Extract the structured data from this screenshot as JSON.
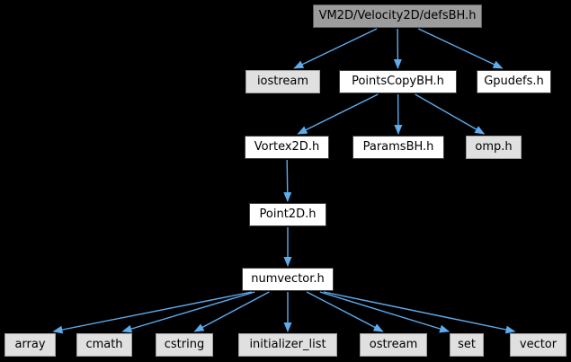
{
  "diagram": {
    "kind": "include-dependency-graph"
  },
  "colors": {
    "background": "#000000",
    "edge": "#5cacee",
    "text": "#000000",
    "root_fill": "#9c9c9c",
    "root_border": "#5f5f5f",
    "node_fill": "#ffffff",
    "node_border": "#3f3f3f",
    "system_fill": "#e0e0e0",
    "system_border": "#9f9f9f"
  },
  "nodes": {
    "defsbh": {
      "label": "VM2D/Velocity2D/defsBH.h",
      "type": "root"
    },
    "iostream": {
      "label": "iostream",
      "type": "system"
    },
    "pointscopybh": {
      "label": "PointsCopyBH.h",
      "type": "internal"
    },
    "gpudefs": {
      "label": "Gpudefs.h",
      "type": "internal"
    },
    "vortex2d": {
      "label": "Vortex2D.h",
      "type": "internal"
    },
    "paramsbh": {
      "label": "ParamsBH.h",
      "type": "internal"
    },
    "omp": {
      "label": "omp.h",
      "type": "system"
    },
    "point2d": {
      "label": "Point2D.h",
      "type": "internal"
    },
    "numvector": {
      "label": "numvector.h",
      "type": "internal"
    },
    "array": {
      "label": "array",
      "type": "system"
    },
    "cmath": {
      "label": "cmath",
      "type": "system"
    },
    "cstring": {
      "label": "cstring",
      "type": "system"
    },
    "initializer_list": {
      "label": "initializer_list",
      "type": "system"
    },
    "ostream": {
      "label": "ostream",
      "type": "system"
    },
    "set": {
      "label": "set",
      "type": "system"
    },
    "vector": {
      "label": "vector",
      "type": "system"
    }
  },
  "edges": [
    [
      "defsbh",
      "iostream"
    ],
    [
      "defsbh",
      "pointscopybh"
    ],
    [
      "defsbh",
      "gpudefs"
    ],
    [
      "pointscopybh",
      "vortex2d"
    ],
    [
      "pointscopybh",
      "paramsbh"
    ],
    [
      "pointscopybh",
      "omp"
    ],
    [
      "vortex2d",
      "point2d"
    ],
    [
      "point2d",
      "numvector"
    ],
    [
      "numvector",
      "array"
    ],
    [
      "numvector",
      "cmath"
    ],
    [
      "numvector",
      "cstring"
    ],
    [
      "numvector",
      "initializer_list"
    ],
    [
      "numvector",
      "ostream"
    ],
    [
      "numvector",
      "set"
    ],
    [
      "numvector",
      "vector"
    ]
  ]
}
